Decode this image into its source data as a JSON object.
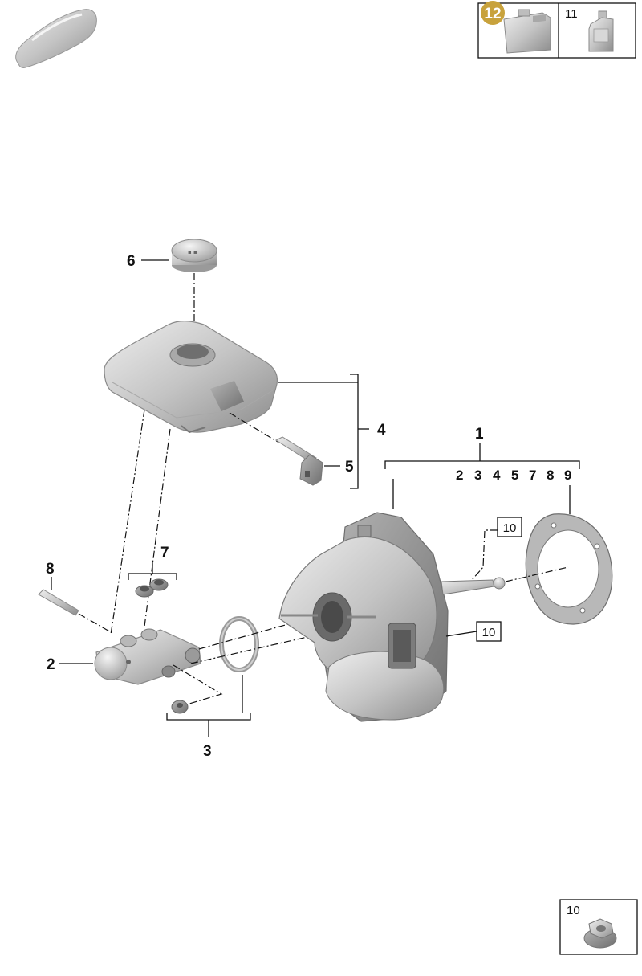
{
  "colors": {
    "part_fill": "#c9c9c9",
    "part_light": "#e4e4e4",
    "part_dark": "#8a8a8a",
    "badge": "#c8a23c",
    "line": "#111111"
  },
  "icons": {
    "car": "car-silhouette-icon",
    "canister": "fluid-canister-icon",
    "bottle": "fluid-bottle-icon",
    "nut": "flange-nut-icon"
  },
  "header": {
    "badge_label": "12",
    "bottle_label": "11"
  },
  "footer": {
    "nut_label": "10"
  },
  "callouts": {
    "p1": "1",
    "p2": "2",
    "p3": "3",
    "p4": "4",
    "p5": "5",
    "p6": "6",
    "p7": "7",
    "p8": "8",
    "p9": "9",
    "p10a": "10",
    "p10b": "10"
  },
  "assembly_1_subparts": [
    "2",
    "3",
    "4",
    "5",
    "7",
    "8"
  ]
}
